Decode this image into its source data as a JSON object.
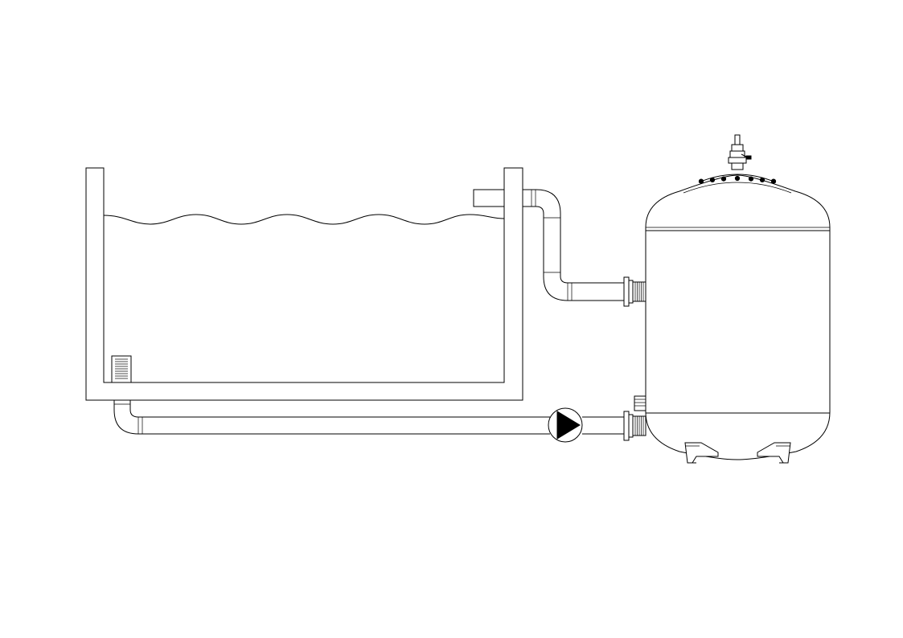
{
  "diagram": {
    "kind": "pool-filtration-schematic",
    "components": [
      "pool-basin",
      "water-surface",
      "skimmer-inlet",
      "suction-pipe",
      "circulation-pump",
      "sand-filter-vessel",
      "air-release-valve",
      "return-pipe",
      "return-inlet-nozzle"
    ],
    "colors": {
      "line": "#000000",
      "background": "#ffffff"
    }
  }
}
